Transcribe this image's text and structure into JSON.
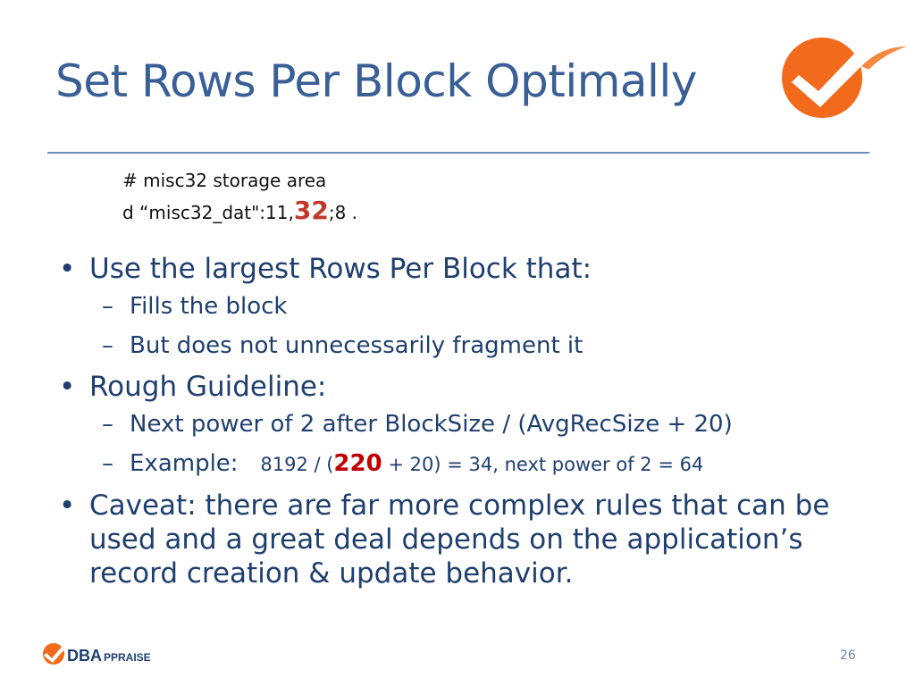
{
  "slide": {
    "title": "Set Rows Per Block Optimally",
    "page_number": "26"
  },
  "code": {
    "line1": "# misc32 storage area",
    "line2_prefix": "d “misc32_dat\":11,",
    "line2_highlight": "32",
    "line2_suffix": ";8 ."
  },
  "bullets": [
    {
      "text": "Use the largest Rows Per Block that:",
      "sub": [
        "Fills the block",
        "But does not unnecessarily fragment it"
      ]
    },
    {
      "text": "Rough Guideline:",
      "sub": [
        "Next power of 2 after BlockSize / (AvgRecSize + 20)"
      ]
    },
    {
      "text": "Caveat: there are far more complex rules that can be used and a great deal depends on the application’s record creation & update behavior."
    }
  ],
  "example": {
    "label": "Example:",
    "prefix": "8192 / (",
    "highlight": "220",
    "suffix": " + 20) = 34,  next power of 2 = 64"
  },
  "bullet_symbol": "•",
  "dash_symbol": "–",
  "footer": {
    "brand_a": "DBA",
    "brand_b": "PPRAISE"
  },
  "colors": {
    "title": "#3a5f96",
    "text": "#1f3f6e",
    "highlight": "#c00000",
    "logo_orange": "#f26b1d"
  }
}
